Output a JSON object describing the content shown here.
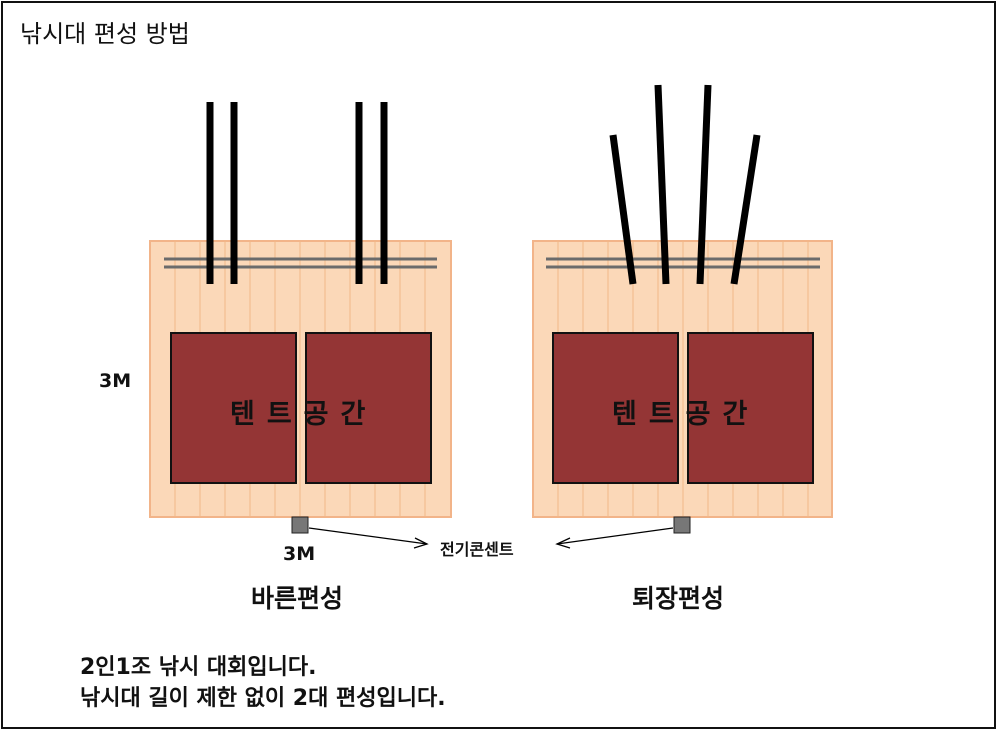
{
  "title": "낚시대 편성 방법",
  "dimension_side": "3M",
  "dimension_bottom": "3M",
  "tent_label": "텐트공간",
  "outlet_label": "전기콘센트",
  "layouts": [
    {
      "caption": "바른편성"
    },
    {
      "caption": "퇴장편성"
    }
  ],
  "notes": [
    "2인1조 낚시 대회입니다.",
    "낚시대 길이 제한 없이 2대 편성입니다."
  ],
  "colors": {
    "deck": "#fbd8b8",
    "deck_border": "#f2b489",
    "plank_line": "#f0b888",
    "rail": "#6b6b6b",
    "tent": "#943535",
    "rod": "#000000",
    "outlet": "#777777"
  }
}
